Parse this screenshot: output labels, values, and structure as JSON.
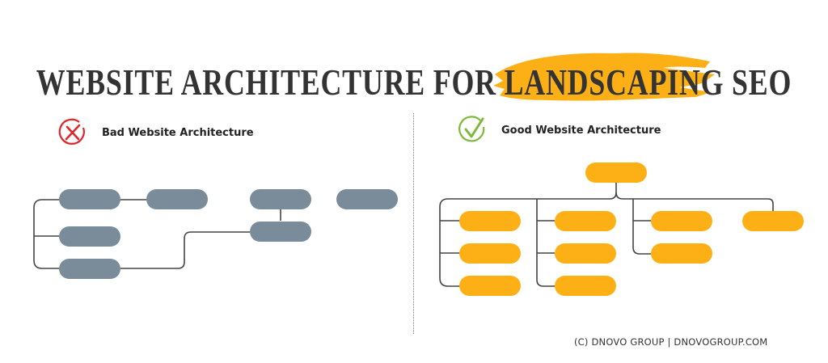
{
  "title": {
    "prefix": "WEBSITE ARCHITECTURE FOR ",
    "highlight": "LANDSCAPING",
    "suffix": " SEO",
    "highlight_color": "#FDB016"
  },
  "bad": {
    "label": "Bad Website Architecture",
    "icon": "x-circle-icon",
    "icon_color": "#E0262B",
    "node_color": "#7A8C99"
  },
  "good": {
    "label": "Good Website Architecture",
    "icon": "check-circle-icon",
    "icon_color": "#7DBA3A",
    "node_color": "#FDB016"
  },
  "footer": "(C) DNOVO GROUP | DNOVOGROUP.COM"
}
